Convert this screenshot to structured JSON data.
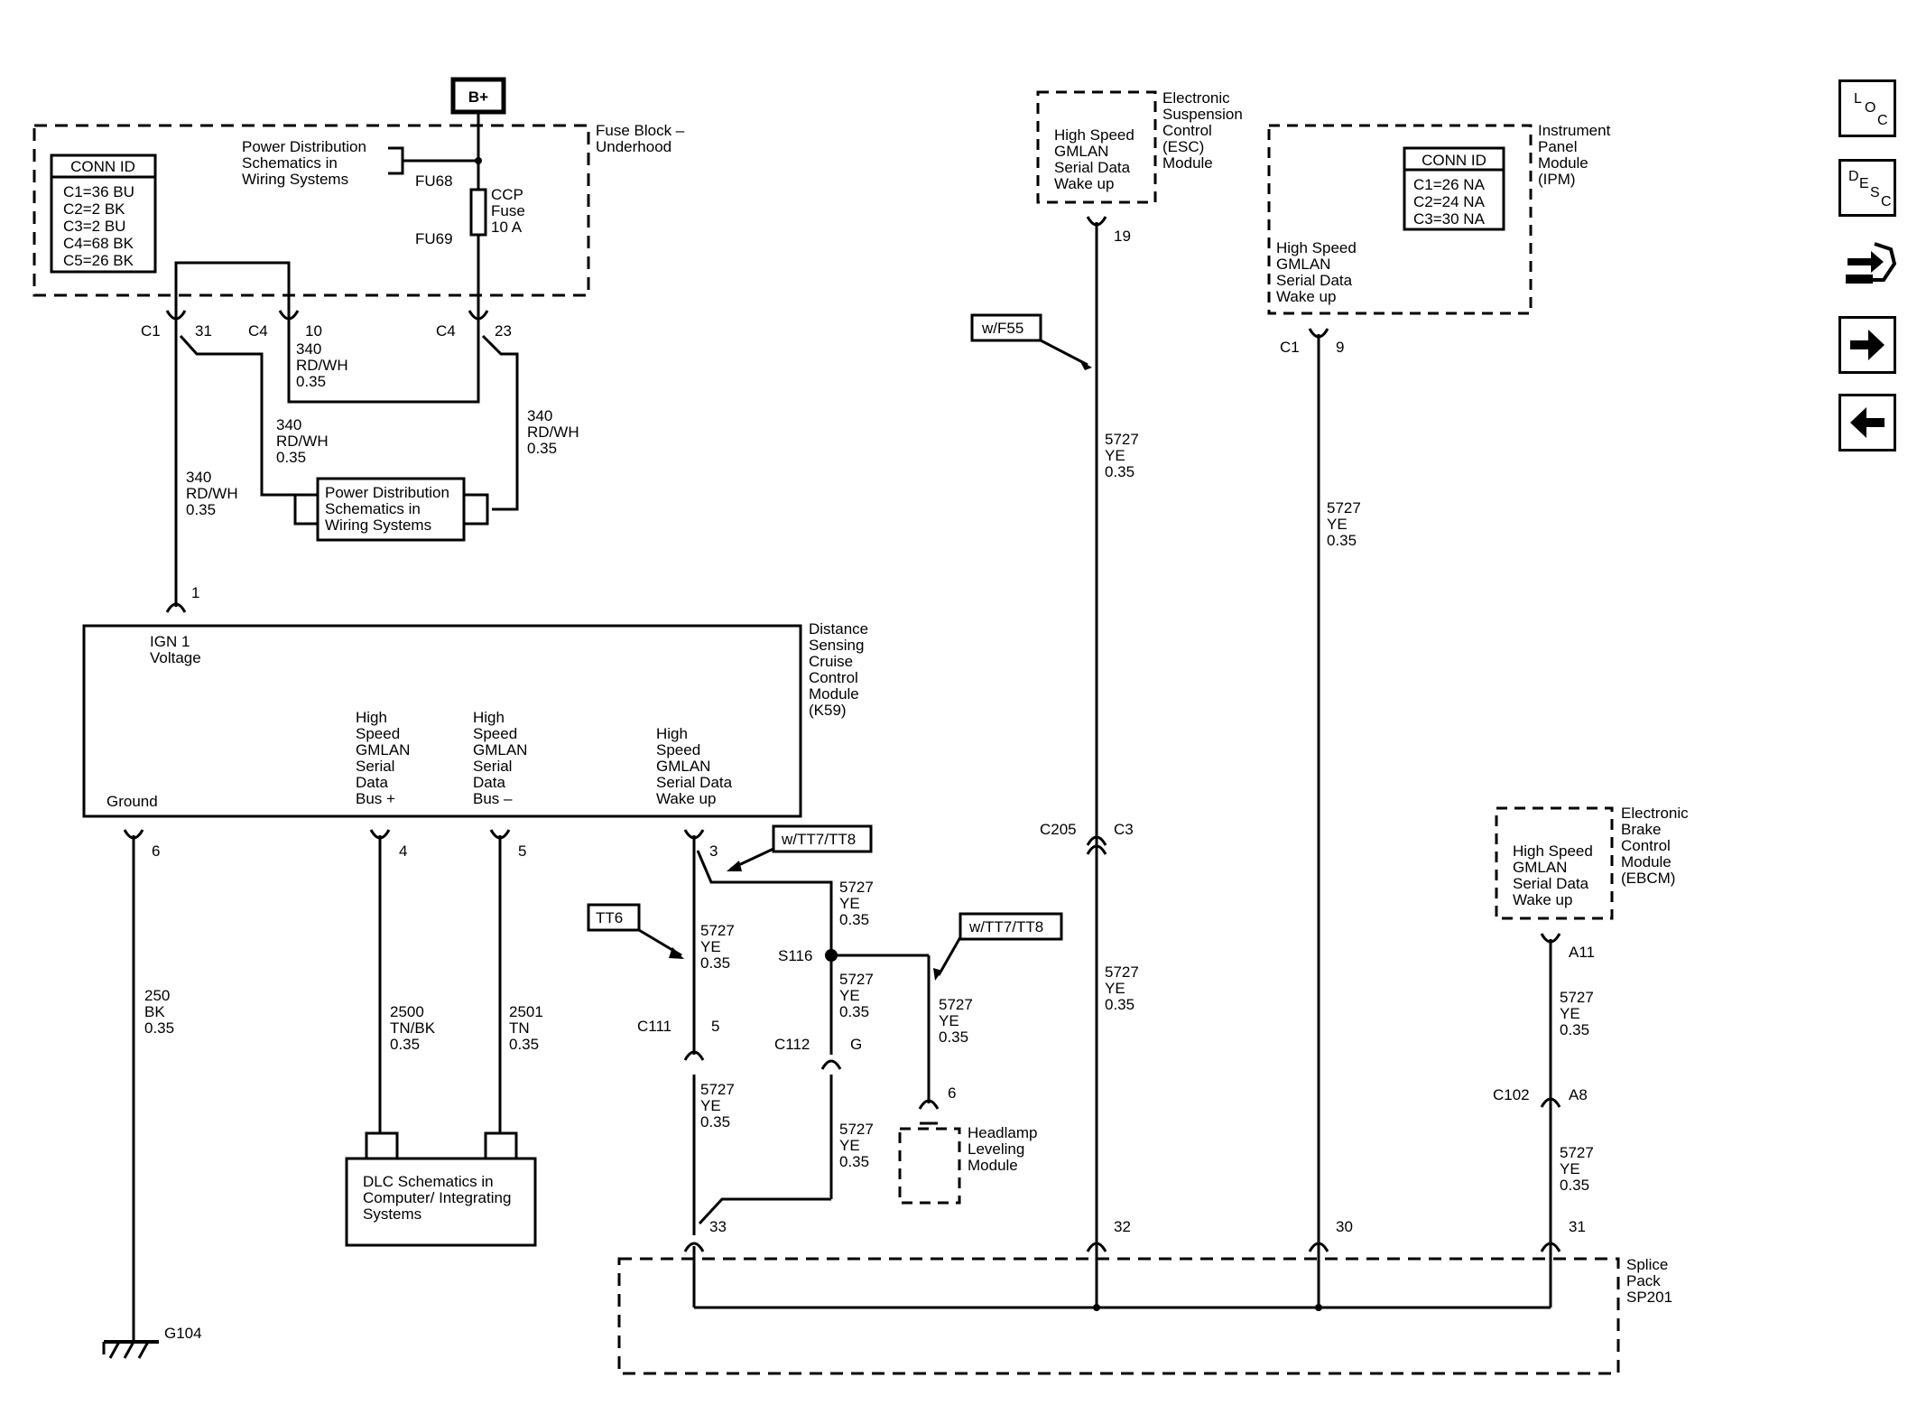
{
  "colors": {
    "ink": "#000000",
    "paper": "#ffffff"
  },
  "supply": {
    "label": "B+"
  },
  "fuse_block": {
    "name": "Fuse Block – Underhood",
    "name_lines": [
      "Fuse Block –",
      "Underhood"
    ],
    "conn_id": {
      "title": "CONN ID",
      "rows": [
        "C1=36 BU",
        "C2=2 BK",
        "C3=2 BU",
        "C4=68 BK",
        "C5=26 BK"
      ]
    },
    "ref_lines": [
      "Power Distribution",
      "Schematics in",
      "Wiring Systems"
    ],
    "fu68": "FU68",
    "fu69": "FU69",
    "fuse_lines": [
      "CCP",
      "Fuse",
      "10 A"
    ],
    "terms": [
      {
        "conn": "C1",
        "pin": "31"
      },
      {
        "conn": "C4",
        "pin": "10"
      },
      {
        "conn": "C4",
        "pin": "23"
      }
    ]
  },
  "pd_ref_box": {
    "lines": [
      "Power Distribution",
      "Schematics in",
      "Wiring Systems"
    ]
  },
  "wires_top": [
    {
      "lines": [
        "340",
        "RD/WH",
        "0.35"
      ]
    },
    {
      "lines": [
        "340",
        "RD/WH",
        "0.35"
      ]
    },
    {
      "lines": [
        "340",
        "RD/WH",
        "0.35"
      ]
    },
    {
      "lines": [
        "340",
        "RD/WH",
        "0.35"
      ]
    }
  ],
  "k59": {
    "name_lines": [
      "Distance",
      "Sensing",
      "Cruise",
      "Control",
      "Module",
      "(K59)"
    ],
    "pin1": "1",
    "ign_lines": [
      "IGN 1",
      "Voltage"
    ],
    "ground_label": "Ground",
    "bus_plus_lines": [
      "High",
      "Speed",
      "GMLAN",
      "Serial",
      "Data",
      "Bus +"
    ],
    "bus_minus_lines": [
      "High",
      "Speed",
      "GMLAN",
      "Serial",
      "Data",
      "Bus –"
    ],
    "wake_lines": [
      "High",
      "Speed",
      "GMLAN",
      "Serial Data",
      "Wake up"
    ],
    "pins": [
      "6",
      "4",
      "5",
      "3"
    ]
  },
  "ground": {
    "wire_lines": [
      "250",
      "BK",
      "0.35"
    ],
    "label": "G104"
  },
  "dlc": {
    "lines": [
      "DLC Schematics in",
      "Computer/ Integrating",
      "Systems"
    ],
    "wire_plus": [
      "2500",
      "TN/BK",
      "0.35"
    ],
    "wire_minus": [
      "2501",
      "TN",
      "0.35"
    ]
  },
  "wake_circuit": {
    "tt6": "TT6",
    "tt7a": "w/TT7/TT8",
    "tt7b": "w/TT7/TT8",
    "wire_a": [
      "5727",
      "YE",
      "0.35"
    ],
    "wire_b": [
      "5727",
      "YE",
      "0.35"
    ],
    "wire_c": [
      "5727",
      "YE",
      "0.35"
    ],
    "wire_d": [
      "5727",
      "YE",
      "0.35"
    ],
    "wire_e": [
      "5727",
      "YE",
      "0.35"
    ],
    "wire_f": [
      "5727",
      "YE",
      "0.35"
    ],
    "s116": "S116",
    "c111": "C111",
    "c111_pin": "5",
    "c112": "C112",
    "c112_pin": "G",
    "headlamp_pin": "6",
    "headlamp_lines": [
      "Headlamp",
      "Leveling",
      "Module"
    ]
  },
  "esc": {
    "name_lines": [
      "Electronic",
      "Suspension",
      "Control",
      "(ESC)",
      "Module"
    ],
    "inner_lines": [
      "High Speed",
      "GMLAN",
      "Serial Data",
      "Wake up"
    ],
    "pin": "19",
    "option": "w/F55",
    "wire_a": [
      "5727",
      "YE",
      "0.35"
    ],
    "c205": "C205",
    "c3": "C3",
    "wire_b": [
      "5727",
      "YE",
      "0.35"
    ]
  },
  "ipm": {
    "name_lines": [
      "Instrument",
      "Panel",
      "Module",
      "(IPM)"
    ],
    "conn_id": {
      "title": "CONN ID",
      "rows": [
        "C1=26 NA",
        "C2=24 NA",
        "C3=30 NA"
      ]
    },
    "inner_lines": [
      "High Speed",
      "GMLAN",
      "Serial Data",
      "Wake up"
    ],
    "conn": "C1",
    "pin": "9",
    "wire": [
      "5727",
      "YE",
      "0.35"
    ]
  },
  "ebcm": {
    "name_lines": [
      "Electronic",
      "Brake",
      "Control",
      "Module",
      "(EBCM)"
    ],
    "inner_lines": [
      "High Speed",
      "GMLAN",
      "Serial Data",
      "Wake up"
    ],
    "pin_a11": "A11",
    "wire_a": [
      "5727",
      "YE",
      "0.35"
    ],
    "c102": "C102",
    "pin_a8": "A8",
    "wire_b": [
      "5727",
      "YE",
      "0.35"
    ]
  },
  "splice": {
    "name_lines": [
      "Splice",
      "Pack",
      "SP201"
    ],
    "pins": [
      "33",
      "32",
      "30",
      "31"
    ]
  },
  "nav": {
    "loc": [
      "L",
      "O",
      "C"
    ],
    "desc": [
      "D",
      "E",
      "S",
      "C"
    ],
    "icons": [
      "connector-icon",
      "right-arrow-icon",
      "left-arrow-icon"
    ]
  }
}
